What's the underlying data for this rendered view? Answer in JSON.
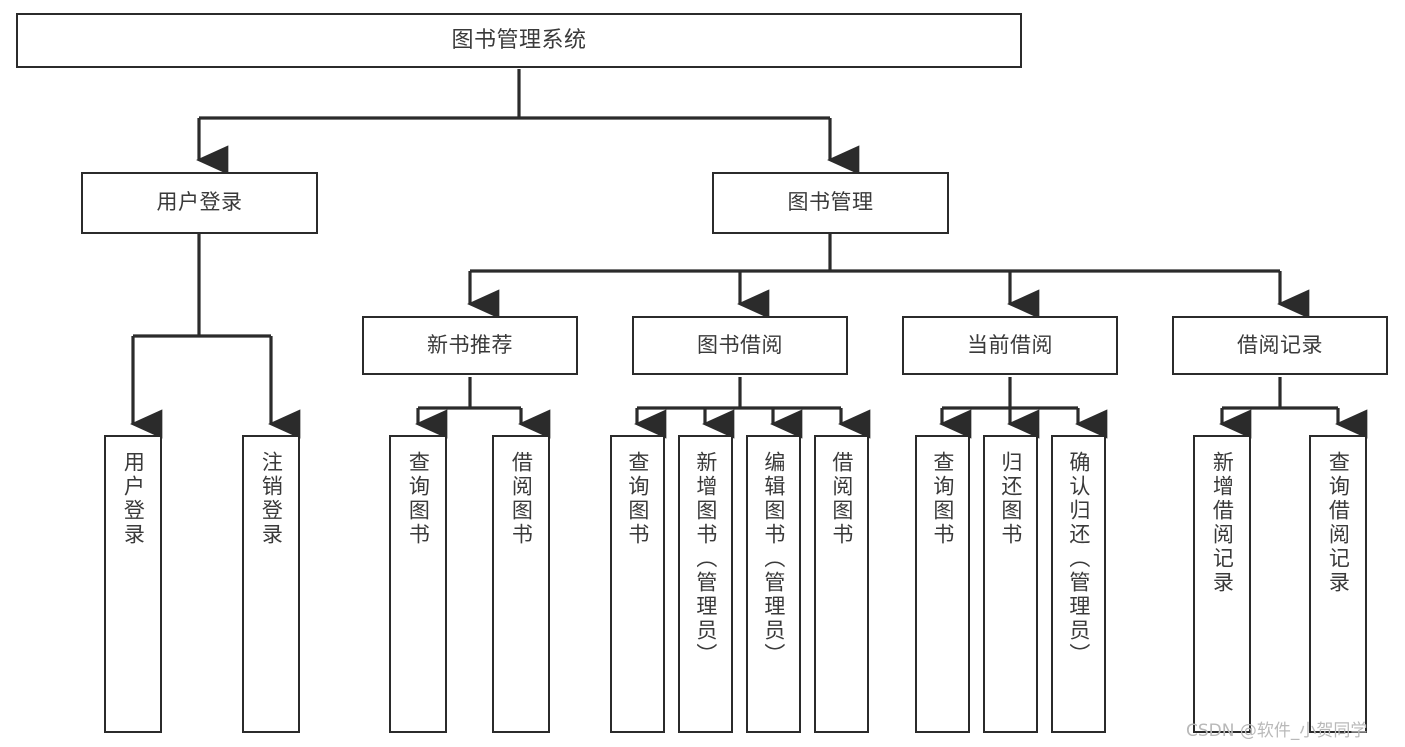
{
  "diagram": {
    "title": "图书管理系统",
    "type": "tree-hierarchy",
    "nodes": {
      "root": {
        "label": "图书管理系统",
        "level": 0
      },
      "l1_a": {
        "label": "用户登录",
        "level": 1
      },
      "l1_b": {
        "label": "图书管理",
        "level": 1
      },
      "l2_a": {
        "label": "新书推荐",
        "level": 2
      },
      "l2_b": {
        "label": "图书借阅",
        "level": 2
      },
      "l2_c": {
        "label": "当前借阅",
        "level": 2
      },
      "l2_d": {
        "label": "借阅记录",
        "level": 2
      },
      "leaf_1": {
        "label": "用户登录",
        "level": 3
      },
      "leaf_2": {
        "label": "注销登录",
        "level": 3
      },
      "leaf_3": {
        "label": "查询图书",
        "level": 3
      },
      "leaf_4": {
        "label": "借阅图书",
        "level": 3
      },
      "leaf_5": {
        "label": "查询图书",
        "level": 3
      },
      "leaf_6": {
        "label": "新增图书（管理员）",
        "level": 3
      },
      "leaf_7": {
        "label": "编辑图书（管理员）",
        "level": 3
      },
      "leaf_8": {
        "label": "借阅图书",
        "level": 3
      },
      "leaf_9": {
        "label": "查询图书",
        "level": 3
      },
      "leaf_10": {
        "label": "归还图书",
        "level": 3
      },
      "leaf_11": {
        "label": "确认归还（管理员）",
        "level": 3
      },
      "leaf_12": {
        "label": "新增借阅记录",
        "level": 3
      },
      "leaf_13": {
        "label": "查询借阅记录",
        "level": 3
      }
    },
    "edges": [
      {
        "from": "root",
        "to": "l1_a"
      },
      {
        "from": "root",
        "to": "l1_b"
      },
      {
        "from": "l1_b",
        "to": "l2_a"
      },
      {
        "from": "l1_b",
        "to": "l2_b"
      },
      {
        "from": "l1_b",
        "to": "l2_c"
      },
      {
        "from": "l1_b",
        "to": "l2_d"
      },
      {
        "from": "l1_a",
        "to": "leaf_1"
      },
      {
        "from": "l1_a",
        "to": "leaf_2"
      },
      {
        "from": "l2_a",
        "to": "leaf_3"
      },
      {
        "from": "l2_a",
        "to": "leaf_4"
      },
      {
        "from": "l2_b",
        "to": "leaf_5"
      },
      {
        "from": "l2_b",
        "to": "leaf_6"
      },
      {
        "from": "l2_b",
        "to": "leaf_7"
      },
      {
        "from": "l2_b",
        "to": "leaf_8"
      },
      {
        "from": "l2_c",
        "to": "leaf_9"
      },
      {
        "from": "l2_c",
        "to": "leaf_10"
      },
      {
        "from": "l2_c",
        "to": "leaf_11"
      },
      {
        "from": "l2_d",
        "to": "leaf_12"
      },
      {
        "from": "l2_d",
        "to": "leaf_13"
      }
    ],
    "colors": {
      "stroke": "#2b2b2b",
      "fill": "#ffffff",
      "text": "#3a3a3a",
      "watermark": "#b9b9b9"
    }
  },
  "watermark": {
    "text": "CSDN @软件_小贺同学"
  }
}
